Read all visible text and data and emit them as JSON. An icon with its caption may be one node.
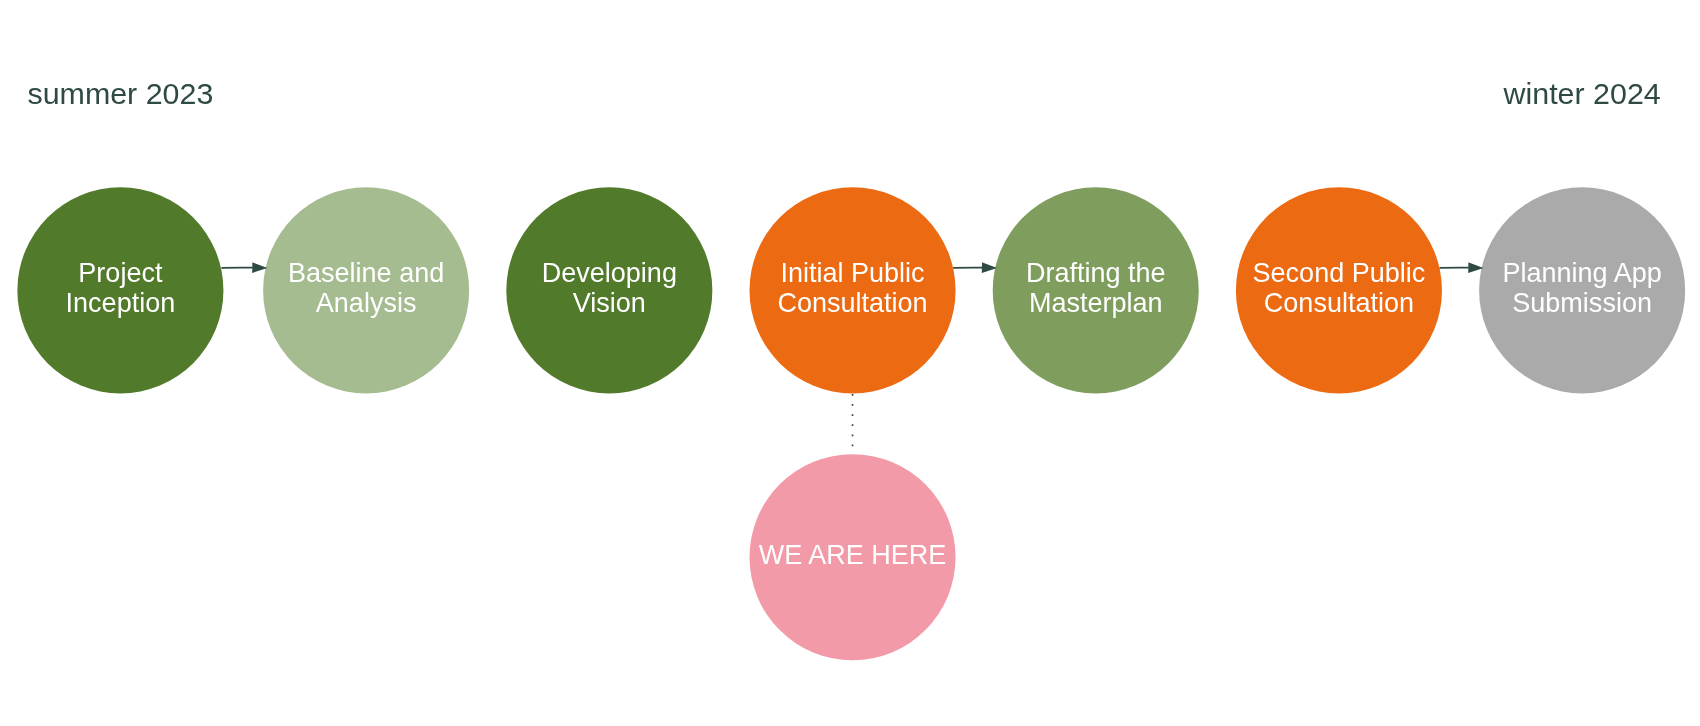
{
  "diagram": {
    "nodes": [
      {
        "text": [
          "Project Inception"
        ]
      },
      {
        "text": [
          "Baseline and Analysis"
        ]
      },
      {
        "text": [
          "Developing Vision"
        ]
      },
      {
        "text": [
          "Initial Public Consultation"
        ]
      },
      {
        "text": [
          "Drafting the Masterplan"
        ]
      },
      {
        "text": [
          "Second Public Consultation"
        ]
      },
      {
        "text": [
          "Planning App Submission"
        ]
      },
      {
        "text": [
          "WE ARE HERE"
        ]
      }
    ],
    "edges": [
      {
        "from": 0,
        "to": 1,
        "arrow": "to"
      },
      {
        "from": 3,
        "to": 4,
        "arrow": "to"
      },
      {
        "from": 5,
        "to": 6,
        "arrow": "to"
      },
      {
        "from": 3,
        "to": 7,
        "arrow": "none",
        "style": "dashed"
      }
    ],
    "labels": [
      "summer 2023",
      "winter 2024"
    ]
  }
}
